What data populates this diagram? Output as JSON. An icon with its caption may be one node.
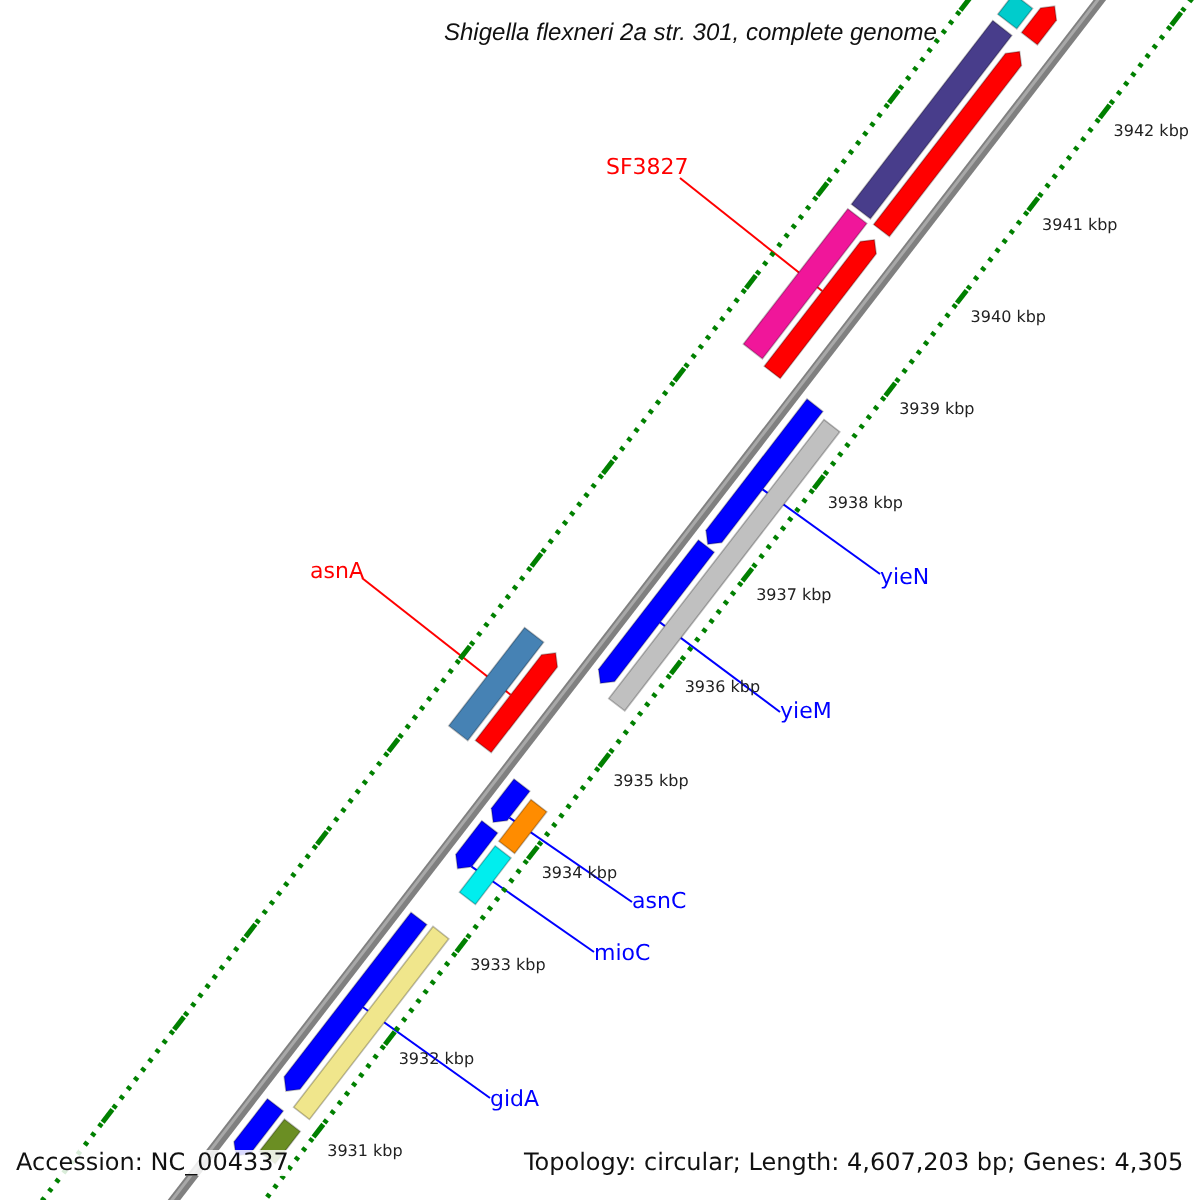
{
  "diagram": {
    "title": "Shigella flexneri 2a str. 301, complete genome",
    "nodes": [
      {
        "text": [
          "SF3827"
        ]
      },
      {
        "text": [],
        "shape": "arrow"
      },
      {
        "text": [
          "asnA"
        ]
      },
      {
        "text": [],
        "shape": "arrow"
      },
      {
        "text": [
          "yieN"
        ]
      },
      {
        "text": [],
        "shape": "arrow"
      },
      {
        "text": [
          "yieM"
        ]
      },
      {
        "text": [],
        "shape": "arrow"
      },
      {
        "text": [
          "asnC"
        ]
      },
      {
        "text": [],
        "shape": "arrow"
      },
      {
        "text": [
          "mioC"
        ]
      },
      {
        "text": [],
        "shape": "arrow"
      },
      {
        "text": [
          "gidA"
        ]
      },
      {
        "text": [],
        "shape": "arrow"
      },
      {
        "text": [],
        "shape": "bar"
      },
      {
        "text": [],
        "shape": "arrow"
      },
      {
        "text": [],
        "shape": "bar"
      },
      {
        "text": [],
        "shape": "arrow"
      },
      {
        "text": [],
        "shape": "bar"
      },
      {
        "text": [],
        "shape": "bar"
      },
      {
        "text": [],
        "shape": "bar"
      },
      {
        "text": [],
        "shape": "bar"
      },
      {
        "text": [],
        "shape": "bar"
      },
      {
        "text": [],
        "shape": "bar"
      },
      {
        "text": [],
        "shape": "bar"
      },
      {
        "text": [],
        "shape": "arrow"
      }
    ],
    "edges": [
      {
        "from": 0,
        "to": 1,
        "arrow": "none",
        "color": "#ff0000"
      },
      {
        "from": 2,
        "to": 3,
        "arrow": "none",
        "color": "#ff0000"
      },
      {
        "from": 4,
        "to": 5,
        "arrow": "none"
      },
      {
        "from": 6,
        "to": 7,
        "arrow": "none"
      },
      {
        "from": 8,
        "to": 9,
        "arrow": "none"
      },
      {
        "from": 10,
        "to": 11,
        "arrow": "none"
      },
      {
        "from": 12,
        "to": 13,
        "arrow": "none"
      }
    ],
    "labels": [
      "3942 kbp",
      "3941 kbp",
      "3940 kbp",
      "3939 kbp",
      "3938 kbp",
      "3937 kbp",
      "3936 kbp",
      "3935 kbp",
      "3934 kbp",
      "3933 kbp",
      "3932 kbp",
      "3931 kbp",
      "Accession: NC_004337",
      "Topology: circular; Length: 4,607,203 bp; Genes: 4,305"
    ]
  }
}
